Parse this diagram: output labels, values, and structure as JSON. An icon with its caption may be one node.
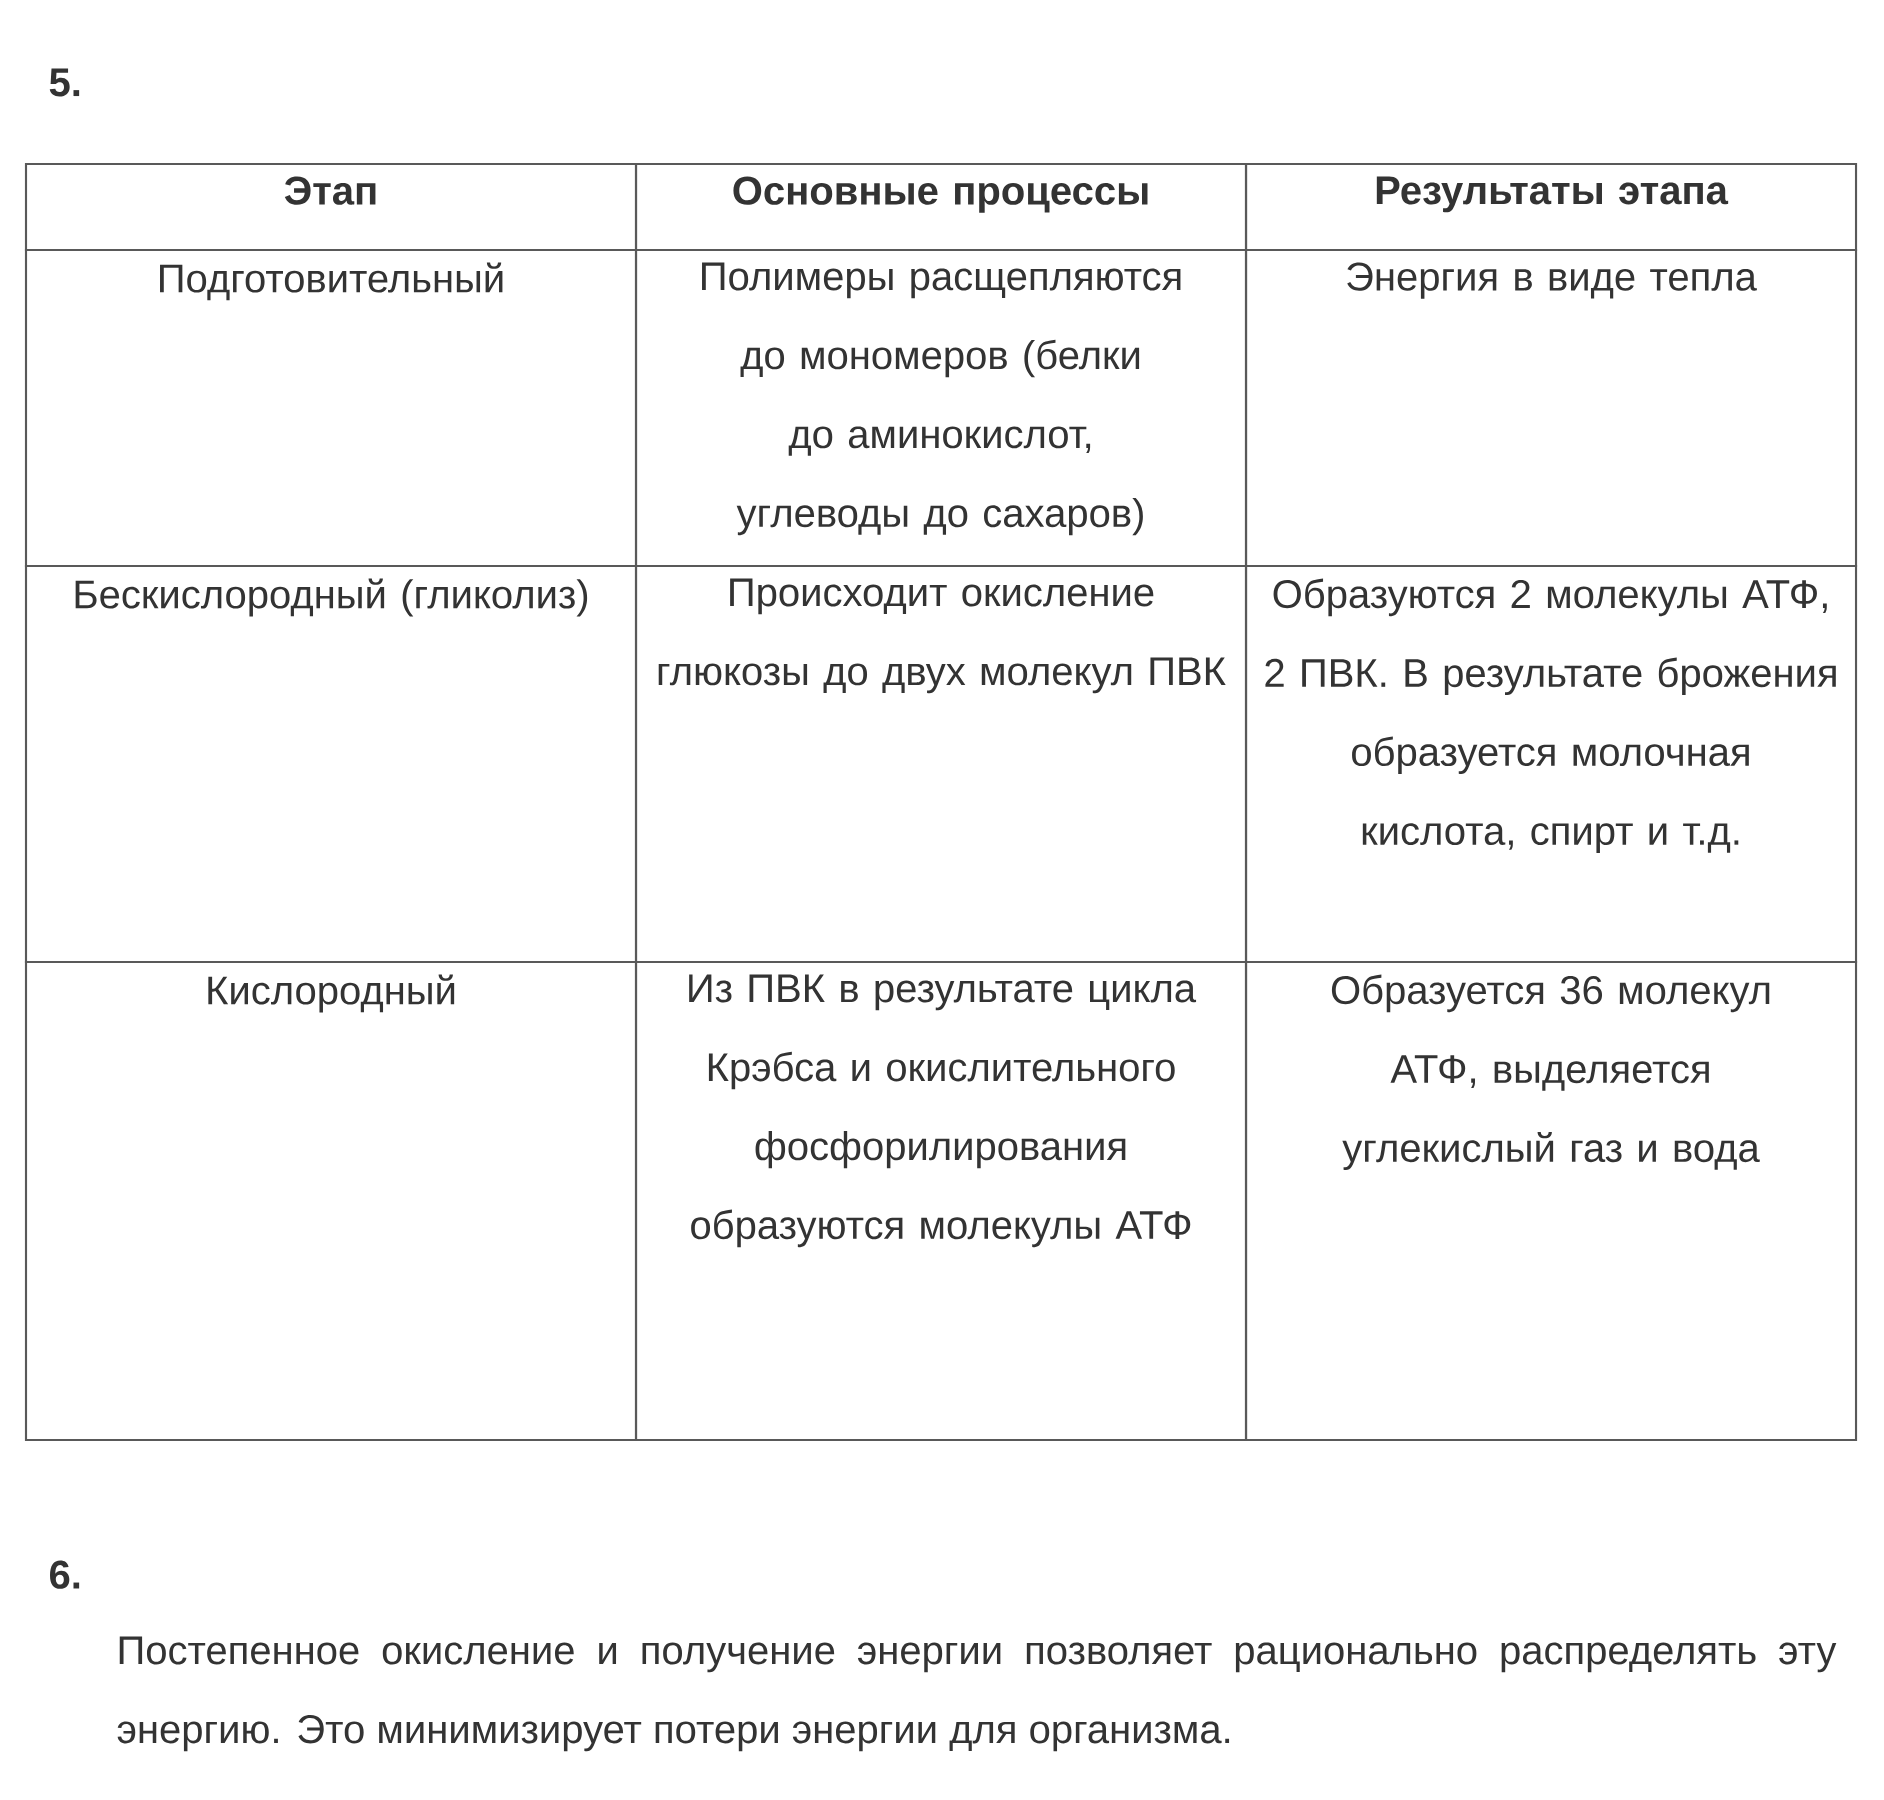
{
  "diagram": {
    "labels": [
      "5.",
      "Этап",
      "Основные процессы",
      "Результаты этапа",
      "Подготовительный",
      "Полимеры расщепляются до мономеров (белки до аминокислот, углеводы до сахаров)",
      "Энергия в виде тепла",
      "Бескислородный (гликолиз)",
      "Происходит окисление глюкозы до двух молекул ПВК",
      "Образуются 2 молекулы АТФ, 2 ПВК. В результате брожения образуется молочная кислота, спирт и т.д.",
      "Кислородный",
      "Из ПВК в результате цикла Крэбса и окислительного фосфорилирования образуются молекулы АТФ",
      "Образуется 36 молекул АТФ, выделяется углекислый газ и вода",
      "6.",
      "Постепенное окисление и получение энергии позволяет рационально распределять эту энергию. Это минимизирует потери энергии для организма."
    ]
  }
}
